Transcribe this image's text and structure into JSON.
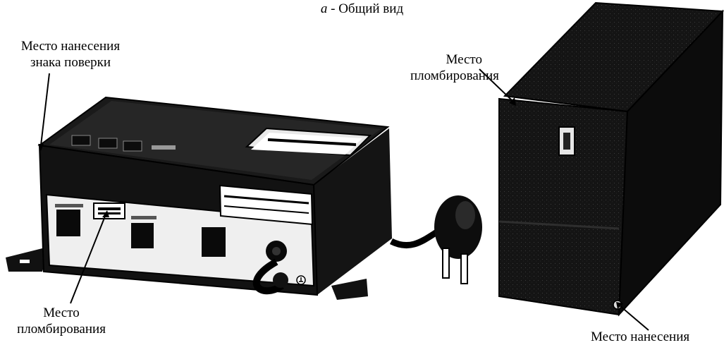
{
  "caption": {
    "letter": "а",
    "text": " - Общий вид"
  },
  "labels": {
    "verification_mark_top_line1": "Место нанесения",
    "verification_mark_top_line2": "знака поверки",
    "seal_box_line1": "Место",
    "seal_box_line2": "пломбирования",
    "seal_front_line1": "Место",
    "seal_front_line2": "пломбирования",
    "verification_mark_box": "Место нанесения"
  }
}
